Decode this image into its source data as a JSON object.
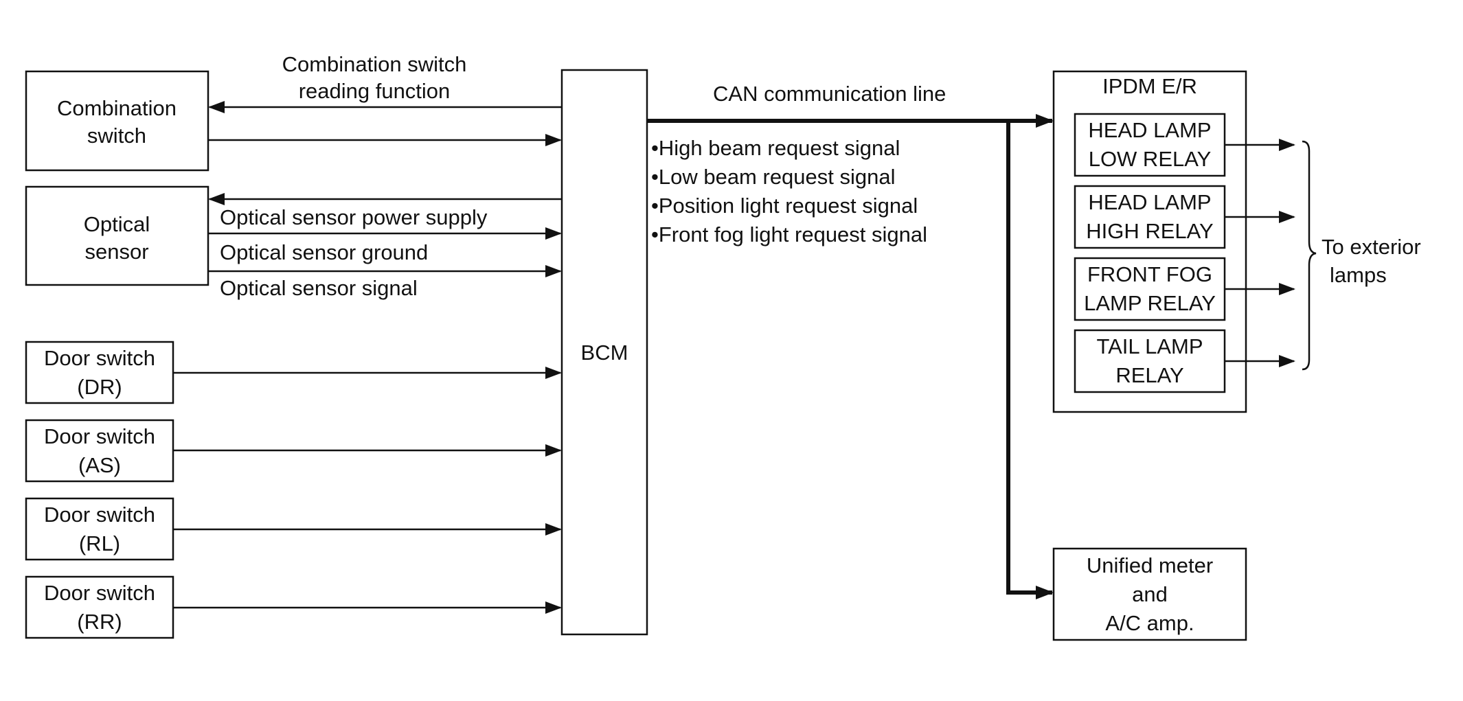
{
  "blocks": {
    "combination_switch": [
      "Combination",
      "switch"
    ],
    "optical_sensor": [
      "Optical",
      "sensor"
    ],
    "door_dr": [
      "Door switch",
      "(DR)"
    ],
    "door_as": [
      "Door switch",
      "(AS)"
    ],
    "door_rl": [
      "Door switch",
      "(RL)"
    ],
    "door_rr": [
      "Door switch",
      "(RR)"
    ],
    "bcm": "BCM",
    "ipdm_title": "IPDM E/R",
    "head_low": [
      "HEAD LAMP",
      "LOW RELAY"
    ],
    "head_high": [
      "HEAD LAMP",
      "HIGH RELAY"
    ],
    "front_fog": [
      "FRONT FOG",
      "LAMP RELAY"
    ],
    "tail_lamp": [
      "TAIL LAMP",
      "RELAY"
    ],
    "unified_meter": [
      "Unified meter",
      "and",
      "A/C amp."
    ]
  },
  "labels": {
    "comb_reading": [
      "Combination switch",
      "reading function"
    ],
    "opt_power": "Optical sensor power supply",
    "opt_ground": "Optical sensor ground",
    "opt_signal": "Optical sensor signal",
    "can_line": "CAN communication line",
    "signals": [
      "•High beam request signal",
      "•Low beam request signal",
      "•Position light request signal",
      "•Front fog light request signal"
    ],
    "to_exterior": [
      "To exterior",
      "lamps"
    ]
  }
}
